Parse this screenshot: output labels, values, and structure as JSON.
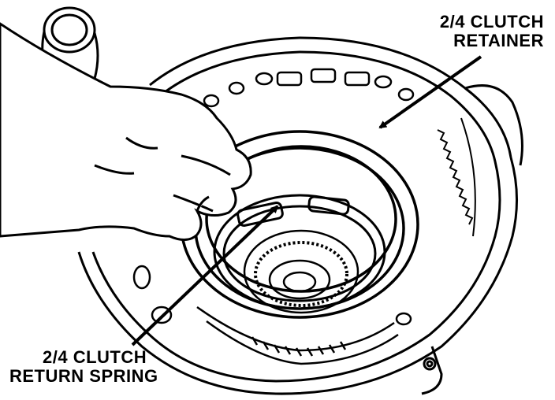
{
  "labels": {
    "retainer": {
      "line1": "2/4 CLUTCH",
      "line2": "RETAINER"
    },
    "return_spring": {
      "line1": "2/4 CLUTCH",
      "line2": "RETURN SPRING"
    }
  },
  "colors": {
    "ink": "#000000",
    "paper": "#ffffff"
  }
}
